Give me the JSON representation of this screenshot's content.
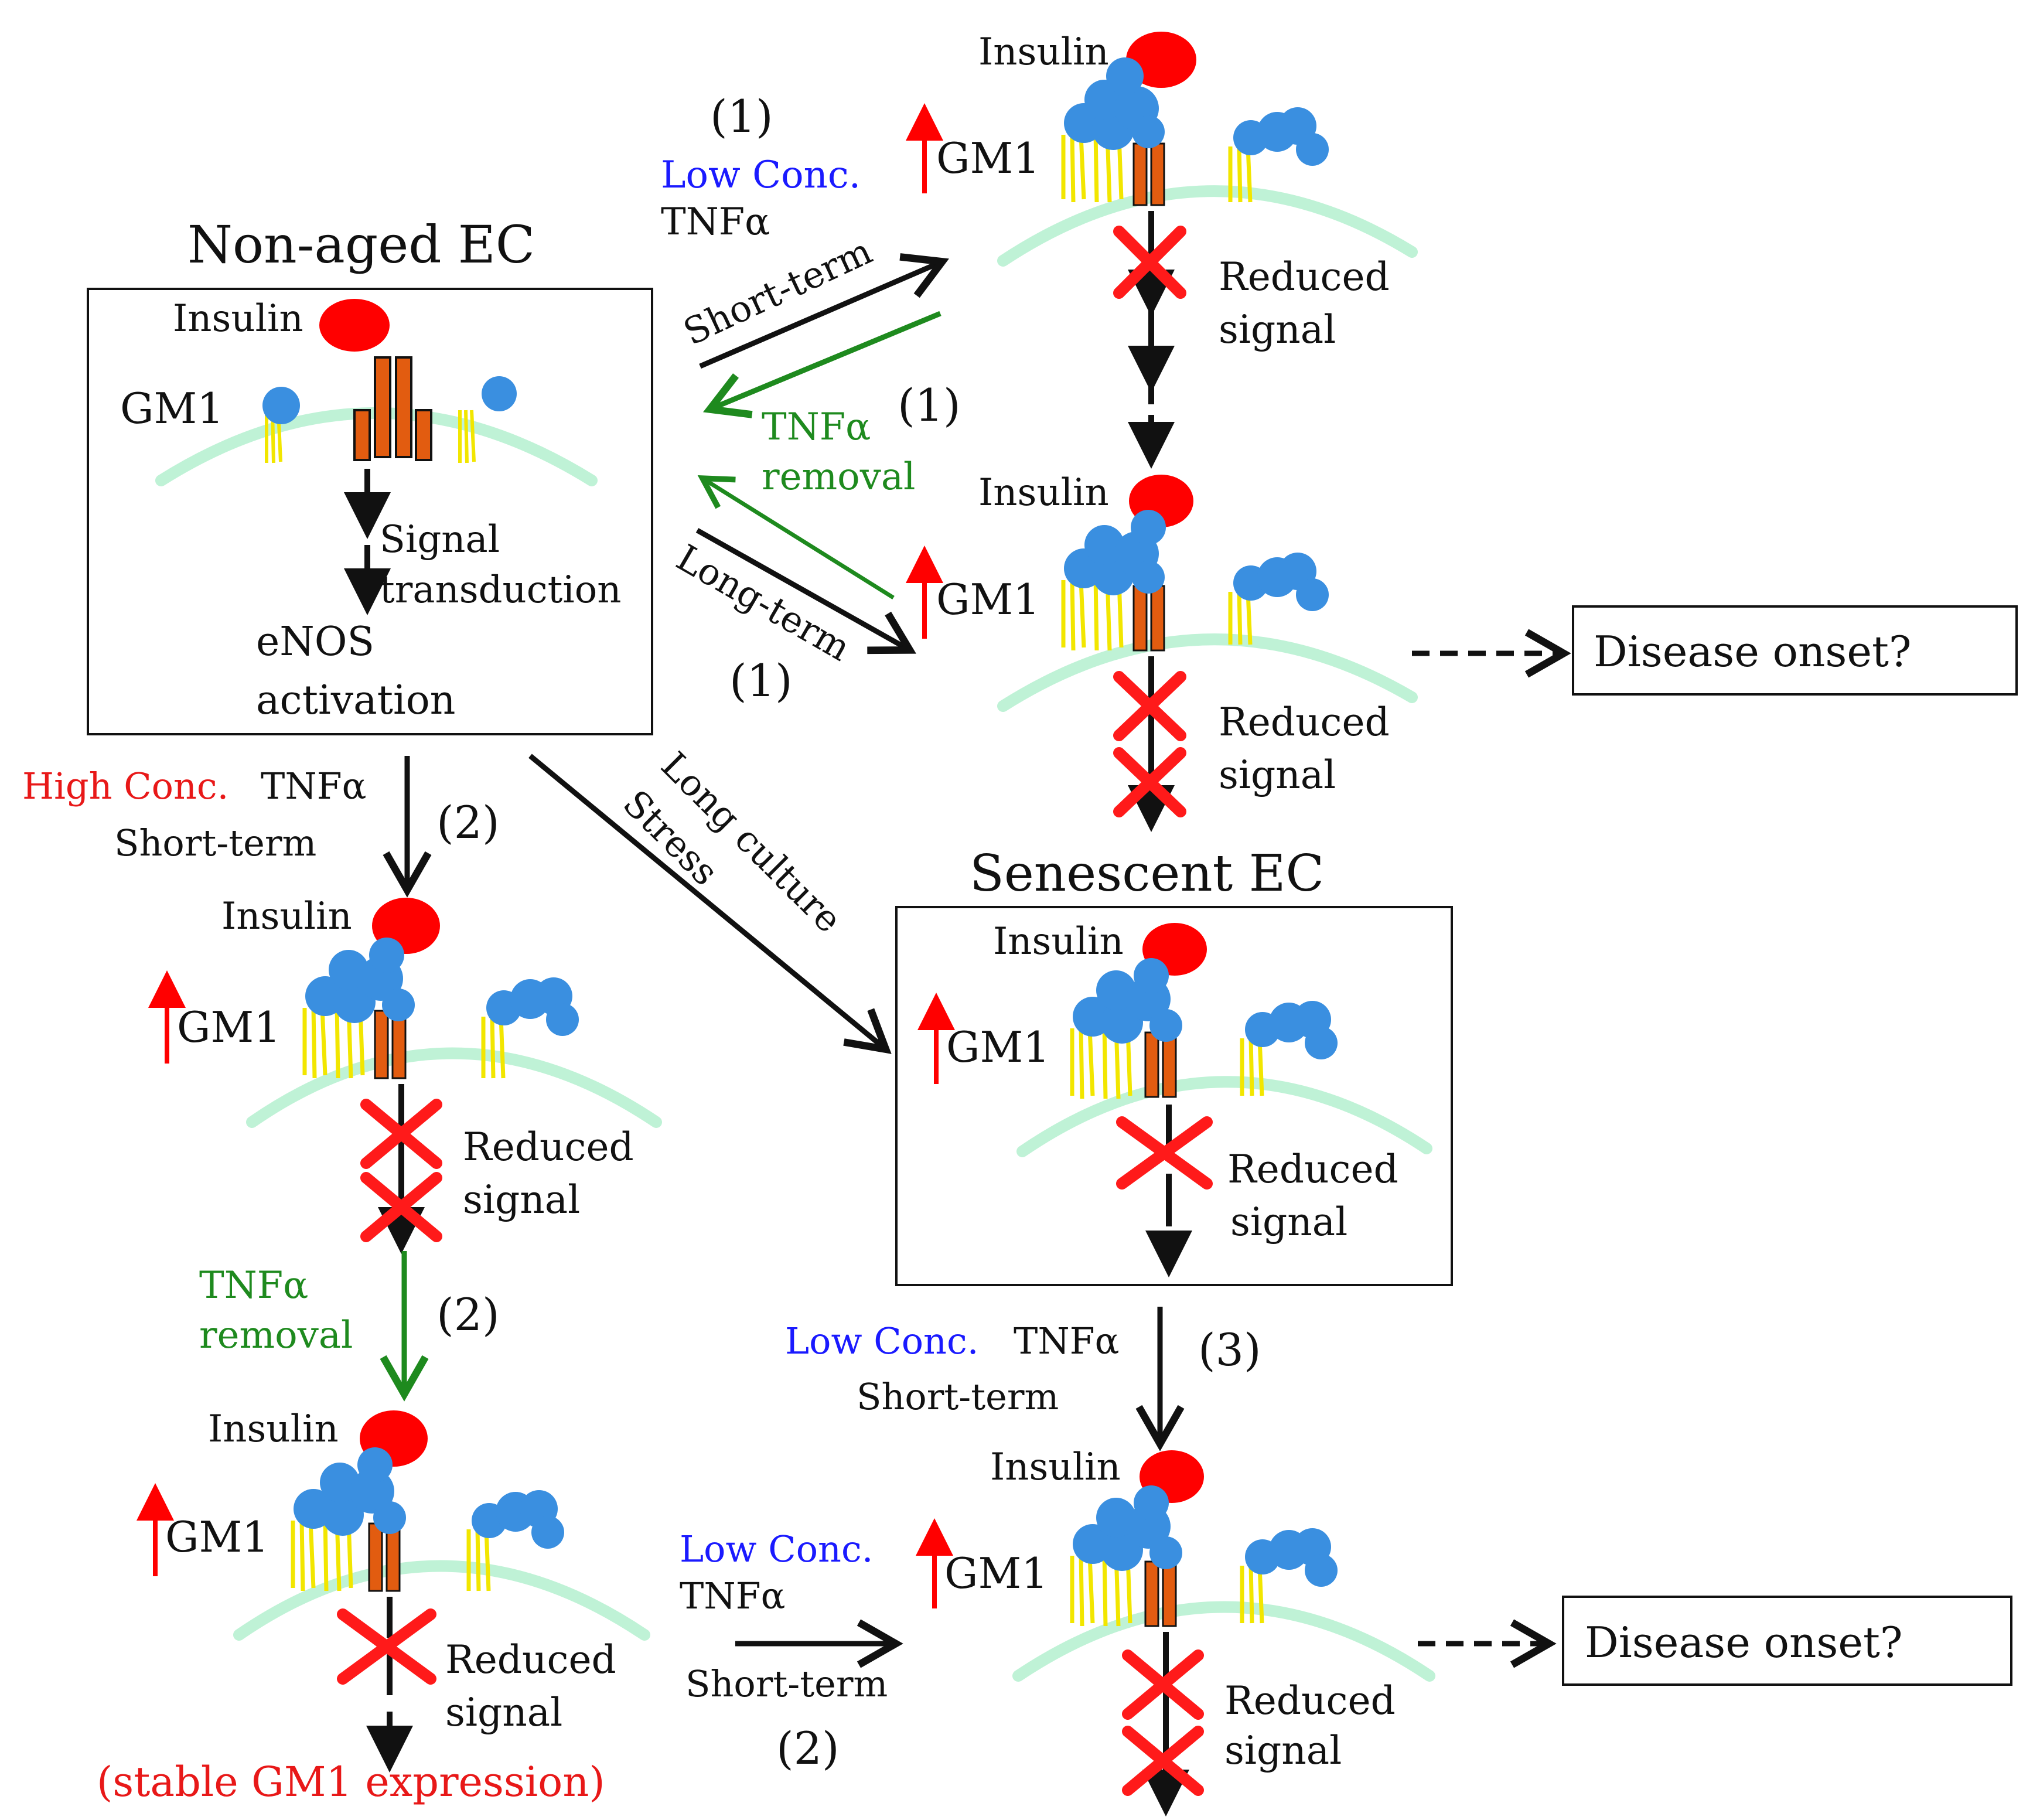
{
  "colors": {
    "insulin": "#ff0000",
    "gm1_cluster": "#3a8fe0",
    "lipid_tail": "#f2e600",
    "membrane": "#bff2d6",
    "receptor": "#e25c10",
    "block_x": "#ff1a1a",
    "up_arrow": "#ff0000",
    "removal_arrow": "#1e8a1e",
    "low_conc": "#1a1aff",
    "high_conc": "#e81818"
  },
  "panels": {
    "non_aged": {
      "title": "Non-aged EC",
      "insulin": "Insulin",
      "gm1": "GM1",
      "signal": "Signal",
      "transduction": "transduction",
      "enos": "eNOS",
      "activation": "activation"
    },
    "low_short": {
      "insulin": "Insulin",
      "gm1": "GM1",
      "reduced": "Reduced",
      "signal": "signal"
    },
    "low_long": {
      "insulin": "Insulin",
      "gm1": "GM1",
      "reduced": "Reduced",
      "signal": "signal"
    },
    "high_short": {
      "insulin": "Insulin",
      "gm1": "GM1",
      "reduced": "Reduced",
      "signal": "signal"
    },
    "high_removed": {
      "insulin": "Insulin",
      "gm1": "GM1",
      "reduced": "Reduced",
      "signal": "signal",
      "note": "(stable GM1 expression)"
    },
    "senescent": {
      "title": "Senescent EC",
      "insulin": "Insulin",
      "gm1": "GM1",
      "reduced": "Reduced",
      "signal": "signal"
    },
    "senescent_low": {
      "insulin": "Insulin",
      "gm1": "GM1",
      "reduced": "Reduced",
      "signal": "signal"
    }
  },
  "labels": {
    "one": "(1)",
    "two": "(2)",
    "three": "(3)",
    "low_conc": "Low Conc.",
    "high_conc": "High Conc.",
    "tnfa": "TNFα",
    "short_term": "Short-term",
    "long_term": "Long-term",
    "removal": "removal",
    "long_culture": "Long culture",
    "stress": "Stress"
  },
  "outcomes": {
    "disease_onset": "Disease onset?"
  }
}
